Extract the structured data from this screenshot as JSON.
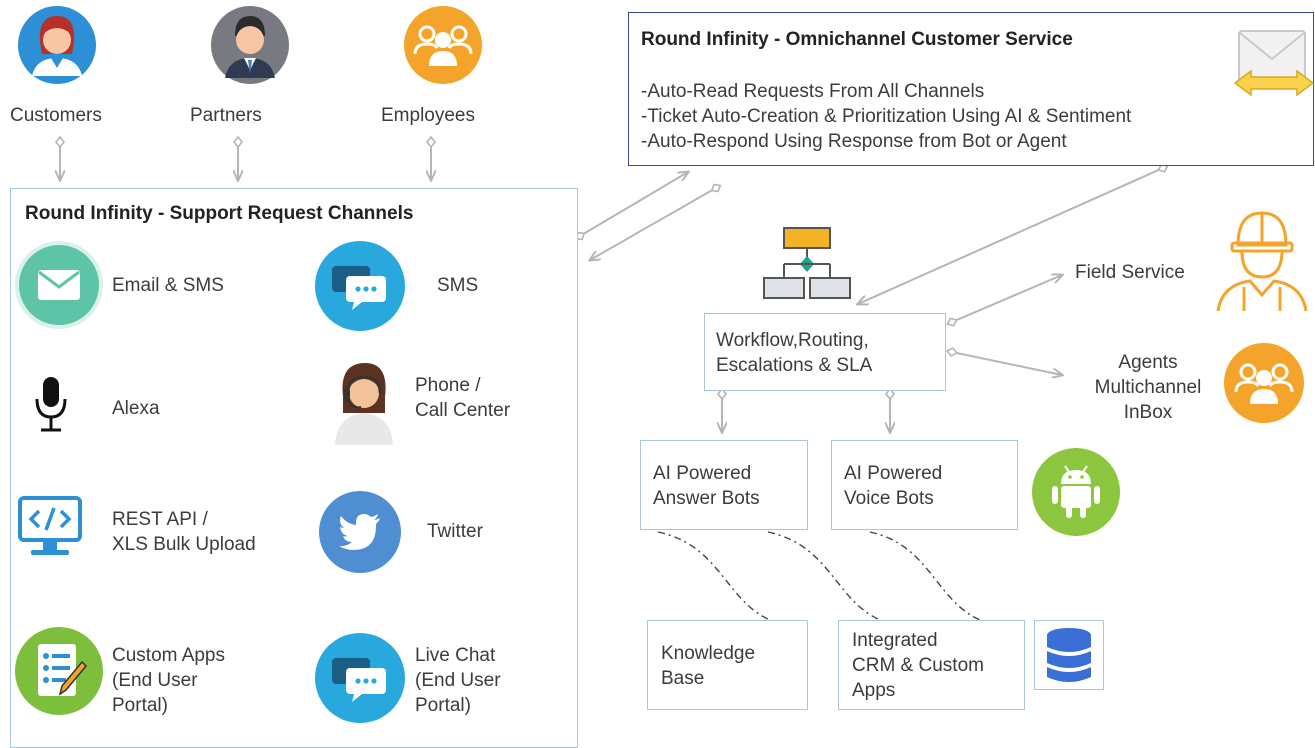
{
  "actors": {
    "customers": "Customers",
    "partners": "Partners",
    "employees": "Employees"
  },
  "channels_box": {
    "title": "Round Infinity - Support Request Channels",
    "items": {
      "email": "Email & SMS",
      "sms": "SMS",
      "alexa": "Alexa",
      "phone": [
        "Phone /",
        "Call Center"
      ],
      "rest": [
        "REST API /",
        "XLS Bulk Upload"
      ],
      "twitter": "Twitter",
      "custom_apps": [
        "Custom Apps",
        "(End User",
        "Portal)"
      ],
      "live_chat": [
        "Live Chat",
        "(End User",
        "Portal)"
      ]
    }
  },
  "omni_box": {
    "title": "Round Infinity - Omnichannel Customer Service",
    "lines": [
      "-Auto-Read Requests From All Channels",
      "-Ticket Auto-Creation & Prioritization Using AI & Sentiment",
      "-Auto-Respond Using Response from Bot or Agent"
    ]
  },
  "workflow": [
    "Workflow,Routing,",
    "Escalations & SLA"
  ],
  "field_service": "Field Service",
  "agents": [
    "Agents",
    "Multichannel",
    "InBox"
  ],
  "answer_bots": [
    "AI Powered",
    "Answer Bots"
  ],
  "voice_bots": [
    "AI Powered",
    "Voice  Bots"
  ],
  "knowledge_base": [
    "Knowledge",
    "Base"
  ],
  "crm": [
    "Integrated",
    "CRM & Custom",
    "Apps"
  ],
  "colors": {
    "box_border": "#a9c8de",
    "omni_border": "#3b4a9c",
    "teal": "#5ec4a8",
    "blue": "#2d8fd6",
    "orange": "#f4a42a",
    "green": "#8cc63f",
    "arrow": "#b5b5b5"
  }
}
